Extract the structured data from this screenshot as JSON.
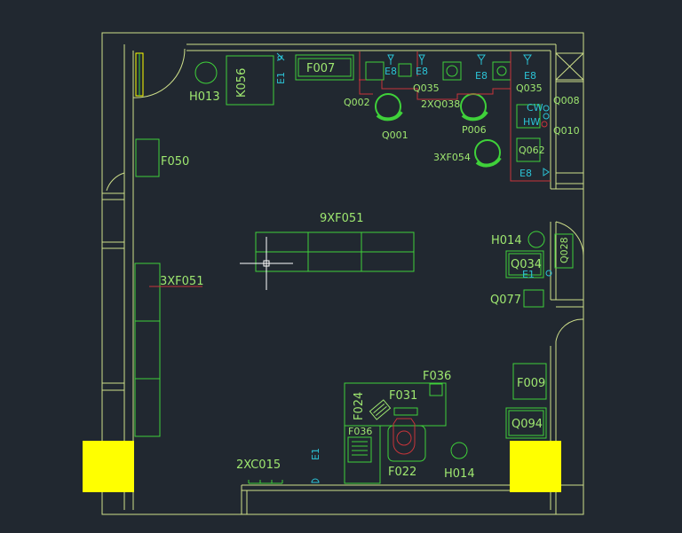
{
  "colors": {
    "background": "#212830",
    "wall": "#cfe08a",
    "furniture": "#3fd13a",
    "label": "#9fe870",
    "cyan": "#2bc3d6",
    "red": "#c8343a",
    "column": "#ffff00",
    "crosshair": "#ffffff"
  },
  "labels": {
    "h013": "H013",
    "k056": "K056",
    "e1_top": "E1",
    "f007": "F007",
    "e8_a": "E8",
    "e8_b": "E8",
    "e8_c": "E8",
    "e8_d": "E8",
    "e8_e": "E8",
    "q035_a": "Q035",
    "q035_b": "Q035",
    "q002": "Q002",
    "q001": "Q001",
    "x2q038": "2XQ038",
    "p006": "P006",
    "x3f054": "3XF054",
    "q008": "Q008",
    "q010": "Q010",
    "cw": "CW",
    "hw": "HW",
    "q062": "Q062",
    "f050": "F050",
    "x9f051": "9XF051",
    "x3f051": "3XF051",
    "h014_top": "H014",
    "q028": "Q028",
    "q034": "Q034",
    "e1_right": "E1",
    "q077": "Q077",
    "f036_top": "F036",
    "f031": "F031",
    "f024": "F024",
    "f036_bottom": "F036",
    "f022": "F022",
    "h014_bottom": "H014",
    "f009": "F009",
    "q094": "Q094",
    "x2c015": "2XC015",
    "e1_bottom": "E1"
  }
}
